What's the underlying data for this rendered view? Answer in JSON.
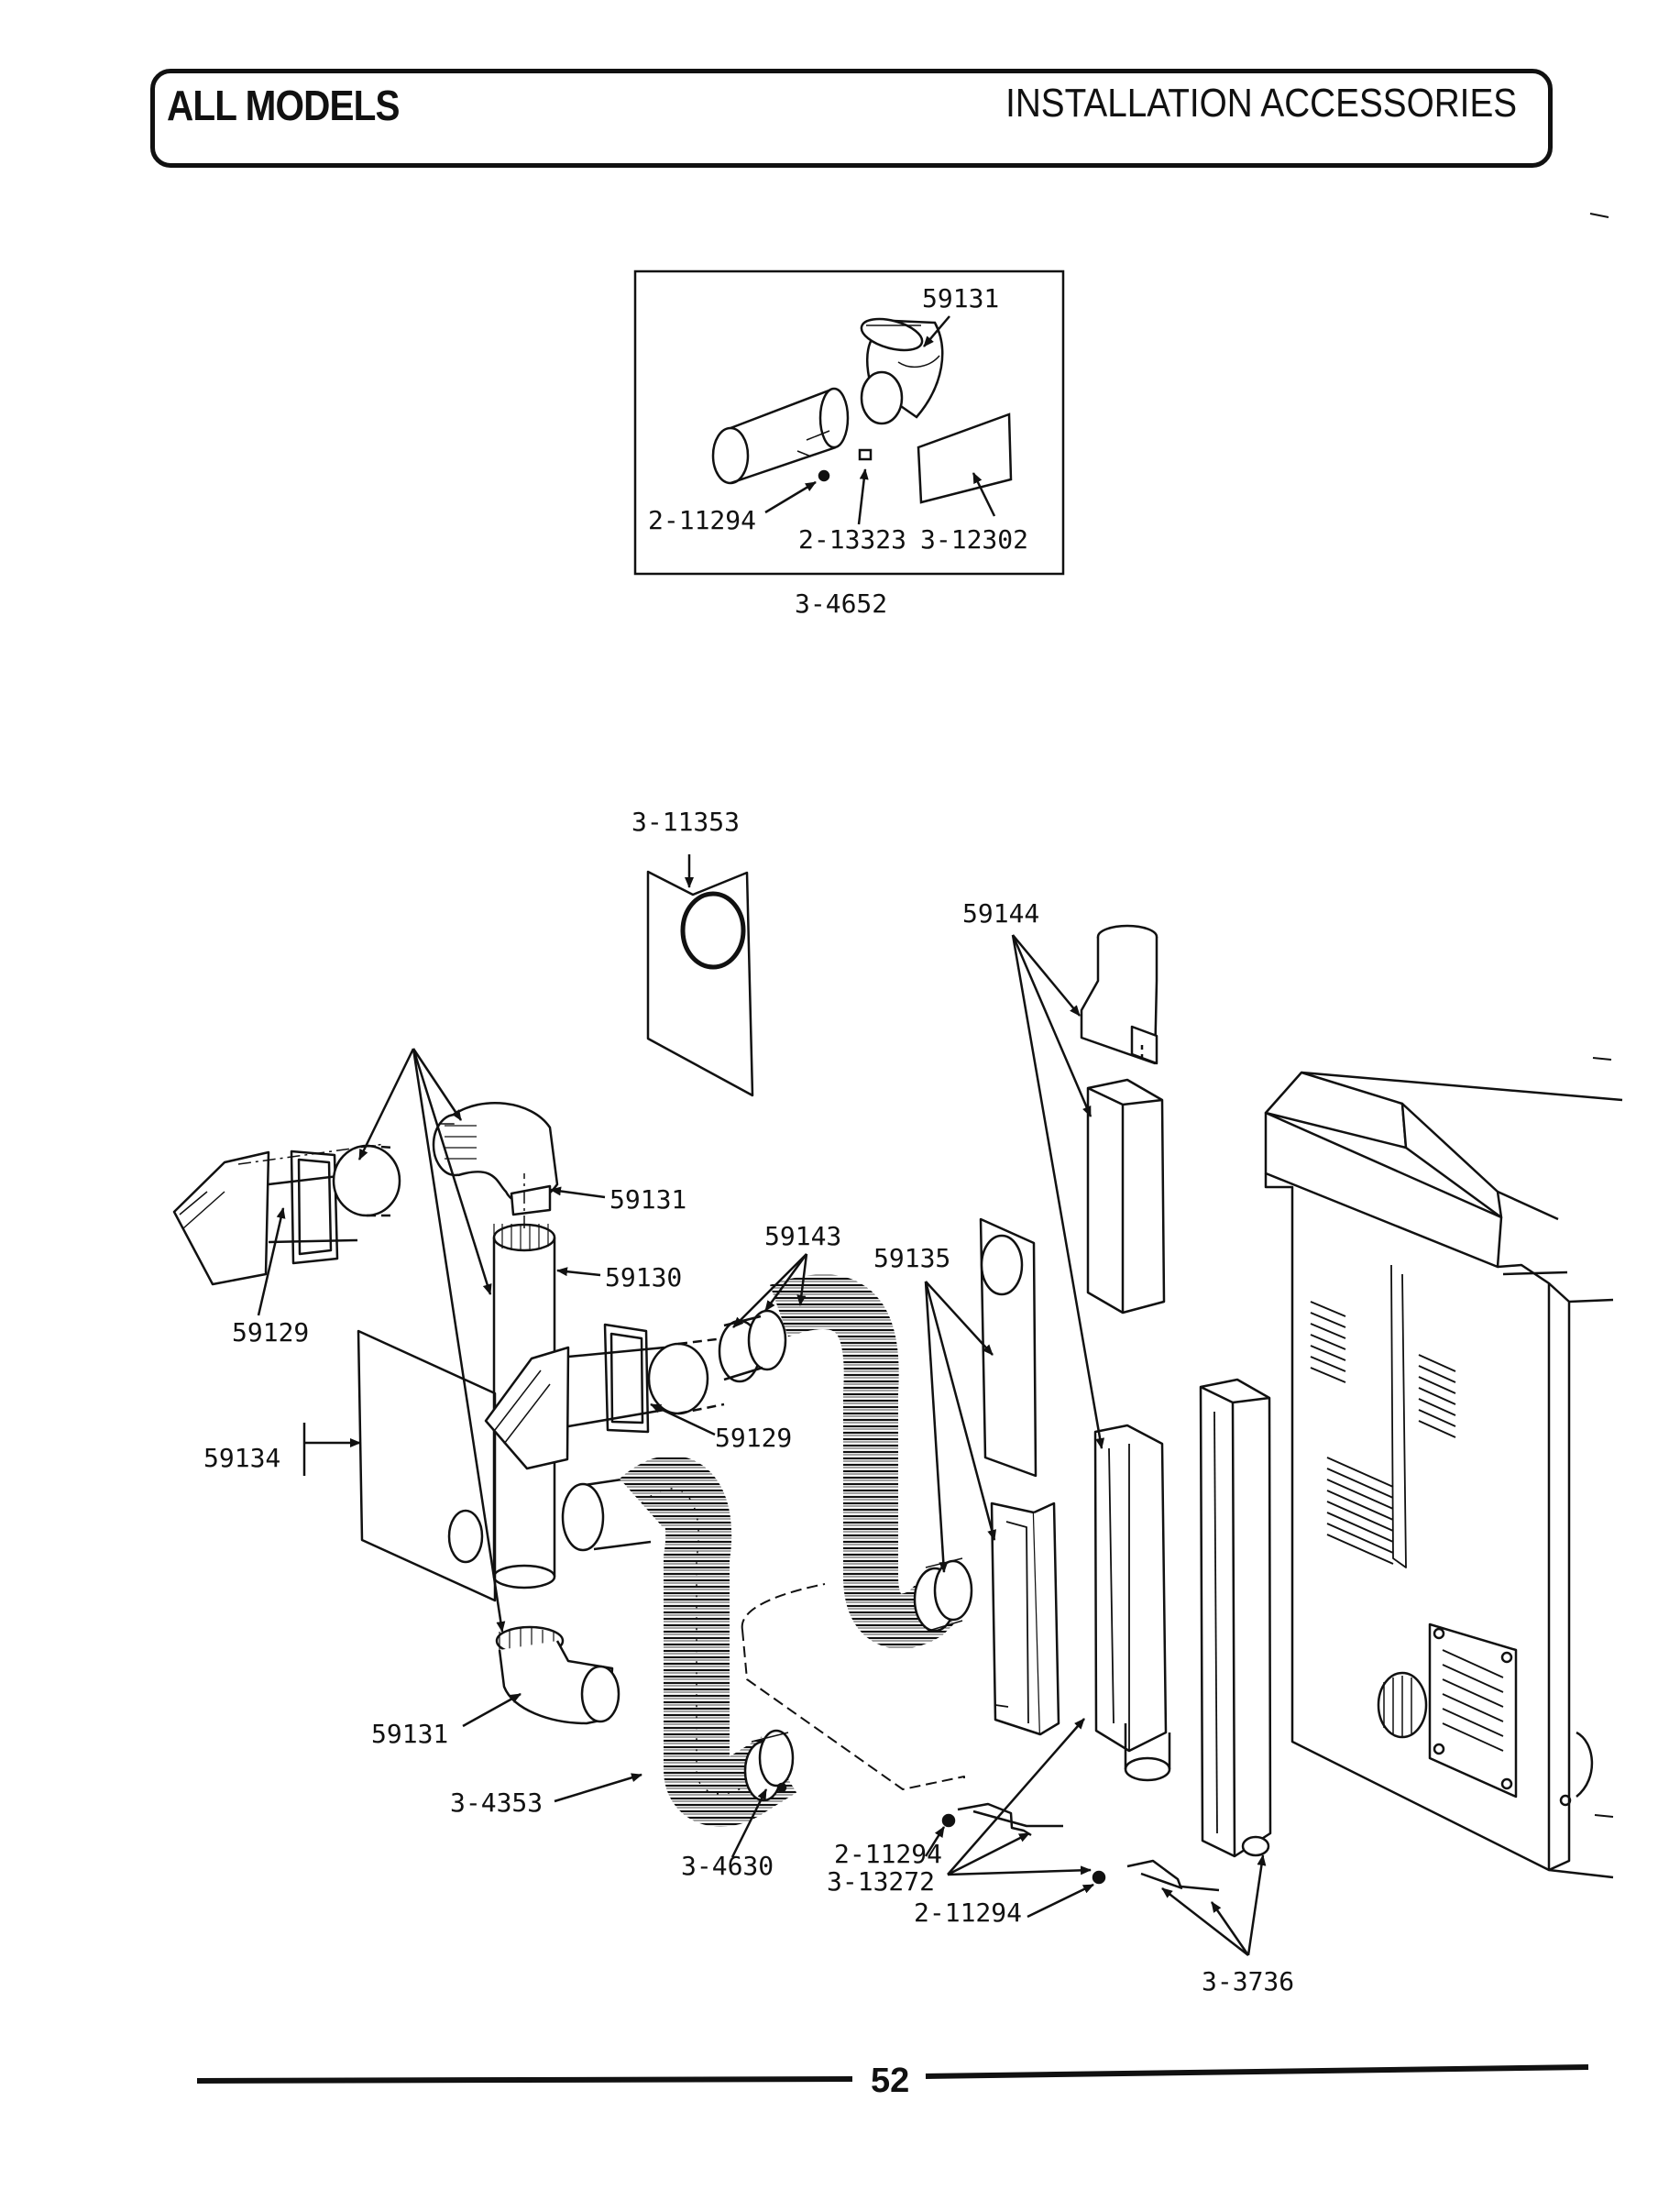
{
  "header": {
    "left": "ALL MODELS",
    "right": "INSTALLATION ACCESSORIES"
  },
  "inset": {
    "kit_label": "3-4652",
    "parts": {
      "elbow": "59131",
      "screw": "2-11294",
      "clip": "2-13323",
      "card": "3-12302"
    }
  },
  "main": {
    "parts": {
      "template": "3-11353",
      "hood_upper": "59129",
      "elbow_upper": "59131",
      "pipe": "59130",
      "clamps": "59143",
      "periscope_top": "59144",
      "periscope_side": "59135",
      "hood_center": "59129",
      "shield": "59134",
      "elbow_lower": "59131",
      "flex_duct": "3-4353",
      "clamp_lower": "3-4630",
      "screw_a": "2-11294",
      "bracket": "3-13272",
      "screw_b": "2-11294",
      "wall_bracket": "3-3736"
    }
  },
  "footer": {
    "page_number": "52"
  }
}
